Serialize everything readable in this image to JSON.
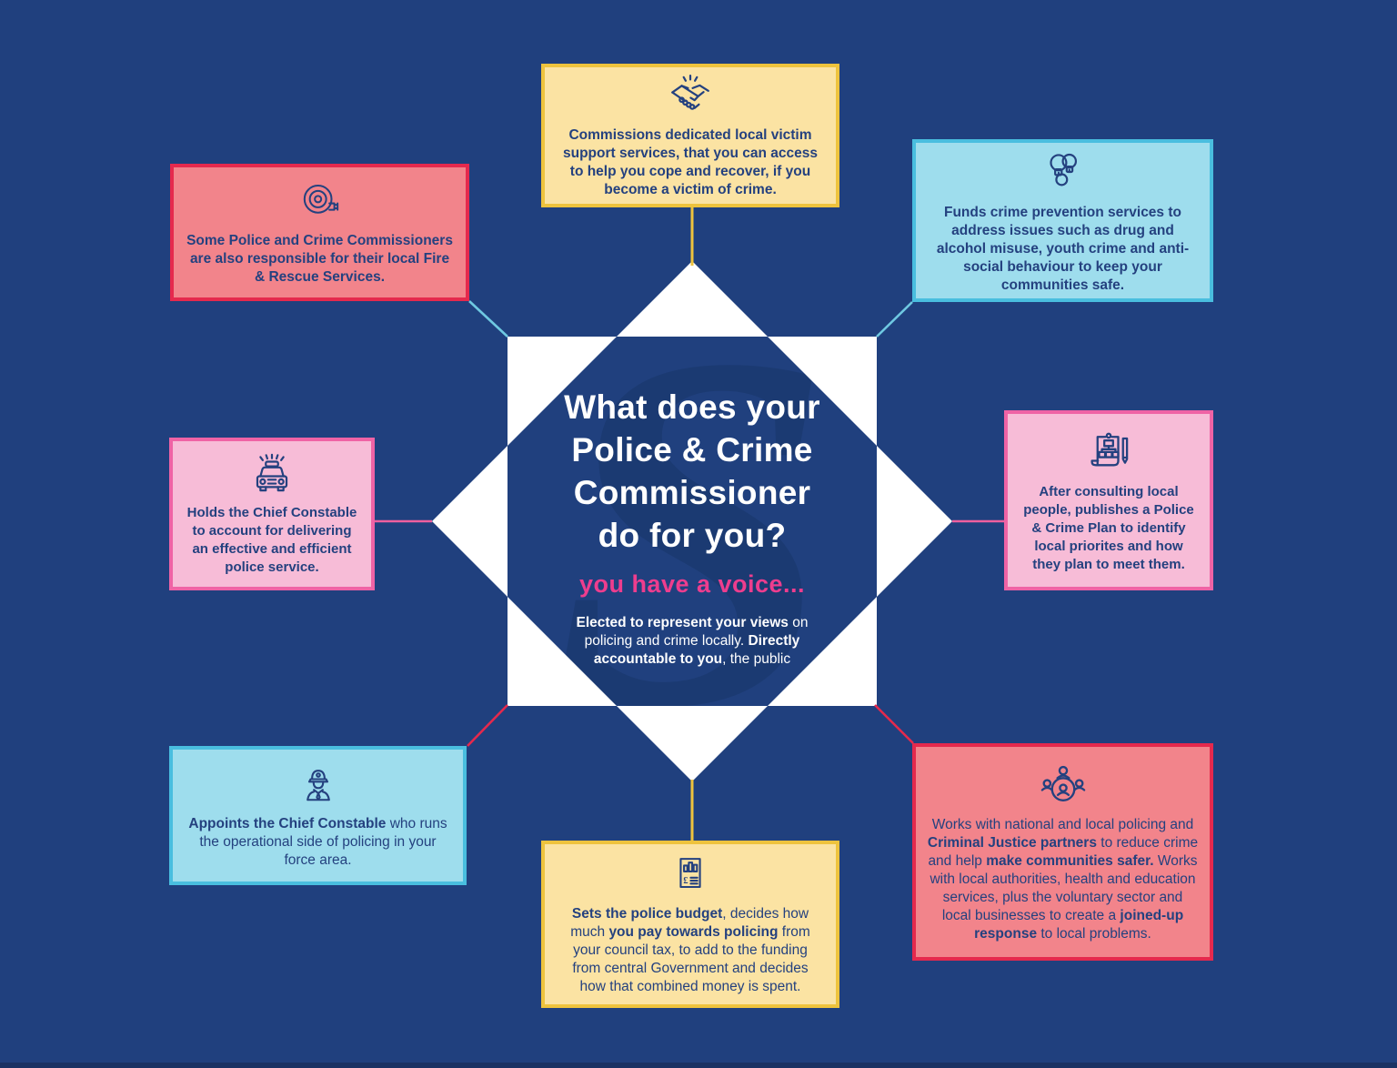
{
  "page": {
    "background_color": "#20407e",
    "footer_strip_color": "#1a3263",
    "white_star_color": "#ffffff"
  },
  "center": {
    "watermark_letter": "S",
    "title_lines": [
      "What does your",
      "Police & Crime",
      "Commissioner",
      "do for you?"
    ],
    "subtitle": "you have a voice...",
    "subtitle_color": "#ee3d8e",
    "body": {
      "seg0": "Elected to represent your views",
      "seg1": " on policing and crime locally. ",
      "seg2": "Directly accountable to you",
      "seg3": ", the public"
    }
  },
  "cards": {
    "fire_rescue": {
      "icon": "fire-hose-icon",
      "fill": "#f2848b",
      "border": "#e5294d",
      "connector": "#6fc9e2",
      "text": "Some Police and Crime Commissioners are also responsible for their local Fire & Rescue Services."
    },
    "victim_support": {
      "icon": "handshake-icon",
      "fill": "#fbe3a3",
      "border": "#eec33d",
      "connector": "#eec33d",
      "text": "Commissions dedicated local victim support services, that you can access to help you cope and recover, if you become a victim of crime."
    },
    "crime_prevention": {
      "icon": "handcuffs-icon",
      "fill": "#9edded",
      "border": "#49bedf",
      "connector": "#6fc9e2",
      "text": "Funds crime prevention services to address issues such as drug and alcohol misuse, youth crime and anti-social behaviour to keep your communities safe."
    },
    "police_plan": {
      "icon": "plan-document-icon",
      "fill": "#f7bcd7",
      "border": "#ef63a5",
      "connector": "#ee5f9e",
      "text": "After consulting local people, publishes a Police & Crime Plan to identify local priorites and how they plan to meet them."
    },
    "partnership": {
      "icon": "people-round-table-icon",
      "fill": "#f2848b",
      "border": "#e5294d",
      "connector": "#e5294d",
      "seg0": "Works with national and local policing and ",
      "seg1": "Criminal Justice partners",
      "seg2": " to reduce crime and help ",
      "seg3": "make communities safer.",
      "seg4": " Works with local authorities, health and education services, plus the voluntary sector and local businesses to create a ",
      "seg5": "joined-up response",
      "seg6": " to local problems."
    },
    "budget": {
      "icon": "budget-document-icon",
      "fill": "#fbe3a3",
      "border": "#eec33d",
      "connector": "#eec33d",
      "seg0": "Sets the police budget",
      "seg1": ", decides how much ",
      "seg2": "you pay towards policing",
      "seg3": " from your council tax, to add to the funding from central Government and decides how that combined money is spent."
    },
    "appoint": {
      "icon": "police-officer-icon",
      "fill": "#9edded",
      "border": "#49bedf",
      "connector": "#e5294d",
      "seg0": "Appoints the Chief Constable",
      "seg1": " who runs the operational side of policing in your force area."
    },
    "account": {
      "icon": "police-car-icon",
      "fill": "#f7bcd7",
      "border": "#ef63a5",
      "connector": "#ee5f9e",
      "text": "Holds the Chief Constable to account for delivering an effective and efficient police service."
    }
  }
}
